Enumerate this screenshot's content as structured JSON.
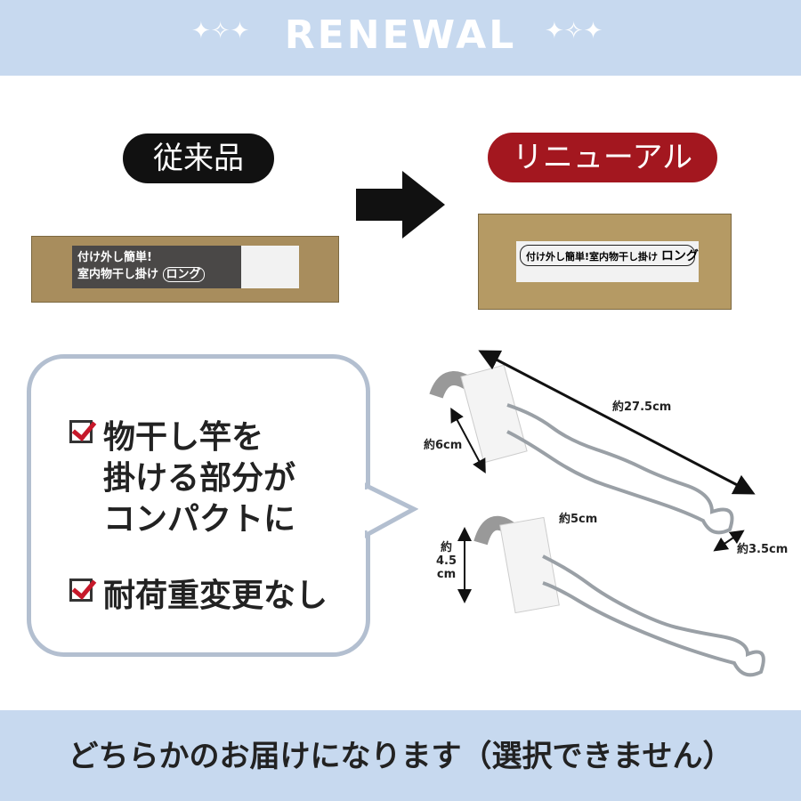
{
  "header": {
    "title": "RENEWAL"
  },
  "labels": {
    "old": "従来品",
    "new": "リニューアル"
  },
  "old_box": {
    "line1": "付け外し簡単!",
    "line2": "室内物干し掛け",
    "badge": "ロング"
  },
  "new_box": {
    "text": "付け外し簡単!室内物干し掛け",
    "badge": "ロング"
  },
  "bubble": {
    "lines": [
      "物干し竿を",
      "掛ける部分が",
      "コンパクトに"
    ],
    "second": "耐荷重変更なし"
  },
  "dimensions": {
    "length": "約27.5cm",
    "old_height": "約6cm",
    "new_width": "約5cm",
    "new_height_prefix": "約",
    "new_height_value": "4.5",
    "new_height_unit": "cm",
    "hook_width": "約3.5cm"
  },
  "footer": {
    "text": "どちらかのお届けになります（選択できません）"
  },
  "colors": {
    "band": "#c7d9ef",
    "accent_red": "#a3171f"
  }
}
